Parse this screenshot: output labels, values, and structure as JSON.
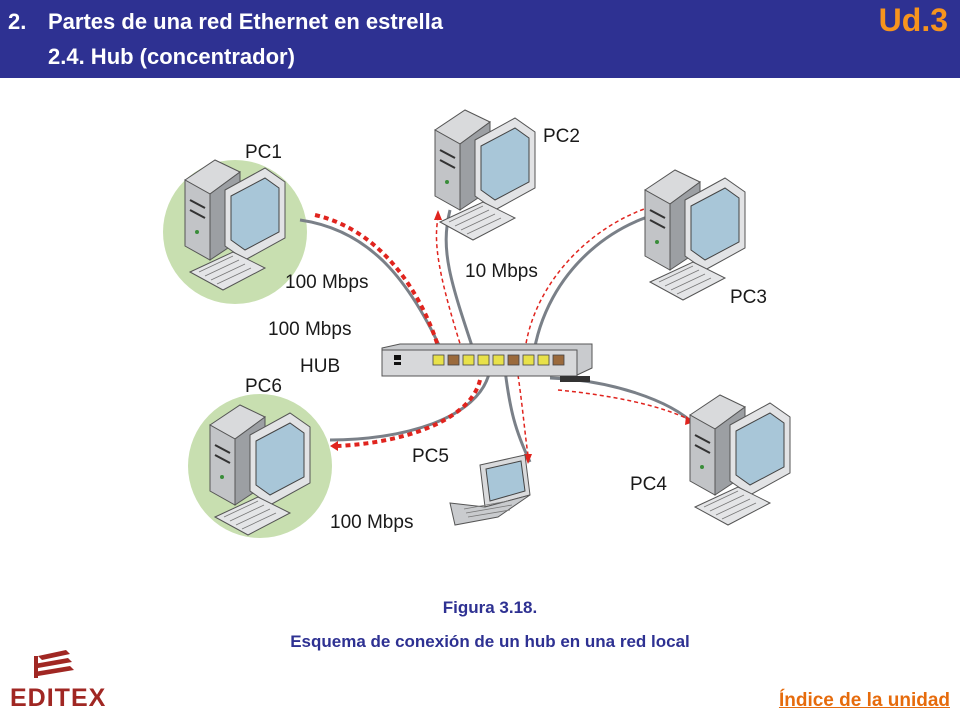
{
  "header": {
    "section_number": "2.",
    "section_title": "Partes de una red Ethernet en estrella",
    "subsection_title": "2.4. Hub (concentrador)",
    "unit_label": "Ud.3"
  },
  "diagram": {
    "nodes": {
      "pc1": "PC1",
      "pc2": "PC2",
      "pc3": "PC3",
      "pc4": "PC4",
      "pc5": "PC5",
      "pc6": "PC6",
      "hub": "HUB"
    },
    "speeds": {
      "pc1_link": "100 Mbps",
      "pc6_link_upper": "100 Mbps",
      "pc2_link": "10 Mbps",
      "pc6_link_lower": "100 Mbps"
    },
    "colors": {
      "highlight_circle": "#c8dfb0",
      "data_flow_thick": "#e0241e",
      "data_flow_thin": "#e0241e",
      "cable": "#7a8088"
    }
  },
  "caption": {
    "figure_number": "Figura 3.18.",
    "figure_text": "Esquema de conexión de un hub en una red local"
  },
  "footer": {
    "logo_text": "EDITEX",
    "index_link": "Índice de la unidad"
  }
}
